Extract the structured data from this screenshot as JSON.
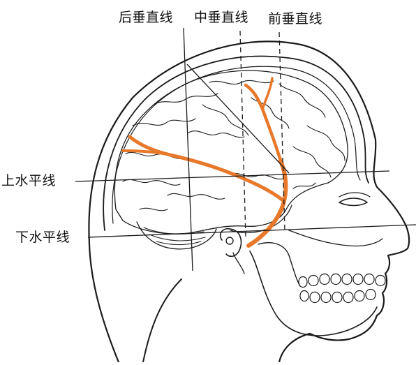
{
  "labels": {
    "posterior_vertical": "后垂直线",
    "middle_vertical": "中垂直线",
    "anterior_vertical": "前垂直线",
    "upper_horizontal": "上水平线",
    "lower_horizontal": "下水平线"
  },
  "colors": {
    "artery": "#e8782a",
    "outline": "#1a1a1a",
    "background": "#ffffff"
  }
}
